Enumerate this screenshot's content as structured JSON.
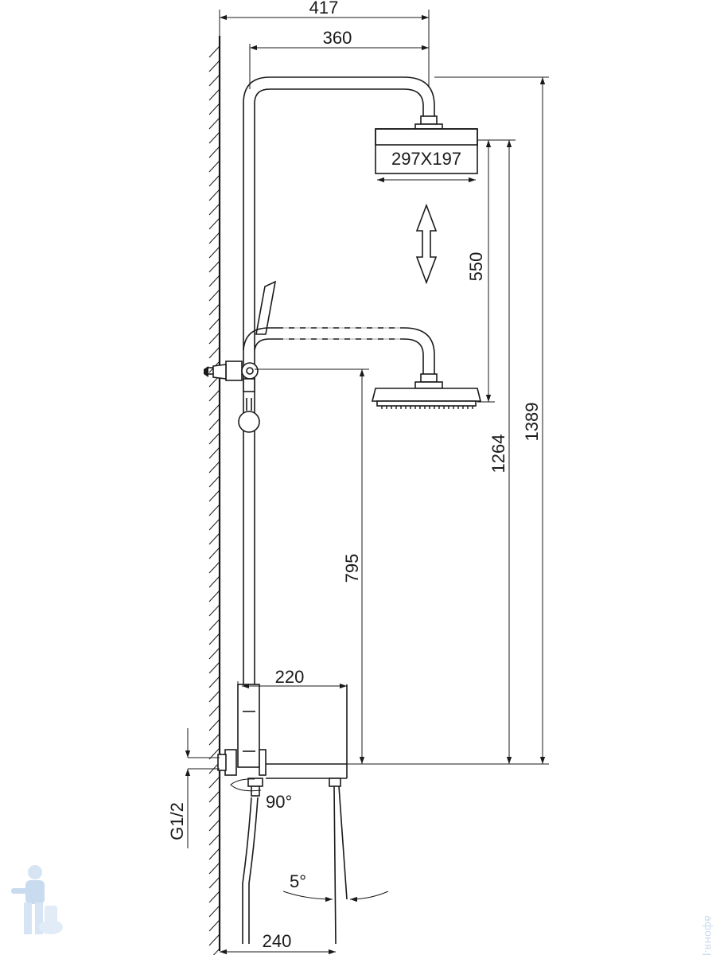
{
  "dimensions": {
    "total_width": "417",
    "arm_reach": "360",
    "head_size": "297X197",
    "slide_range": "550",
    "head_to_outlet": "1264",
    "total_height": "1389",
    "handshower_height": "795",
    "mixer_reach": "220",
    "base_depth": "240",
    "inlet_thread": "G1/2",
    "handle_rotation": "90°",
    "spout_angle": "5°"
  },
  "watermark": {
    "site": "афоня.рф"
  },
  "colors": {
    "line": "#1a1a1a",
    "watermark": "#b7d0ea"
  },
  "icons": {
    "logo": "plumber-mascot-icon",
    "slide": "double-arrow-icon"
  }
}
